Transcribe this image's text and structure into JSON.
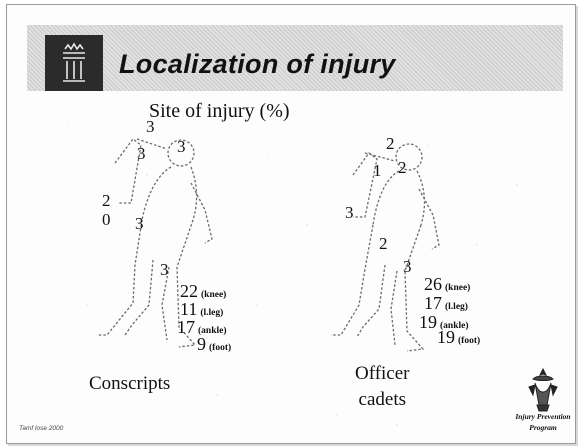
{
  "slide": {
    "title": "Localization of injury",
    "subtitle": "Site of injury (%)",
    "footer": "Tamf lose 2000"
  },
  "conscripts": {
    "label": "Conscripts",
    "head": "3",
    "shoulder": "3",
    "upper_back": "3",
    "back": "2",
    "hip": "0",
    "hand": "3",
    "thigh": "3",
    "knee": "22",
    "knee_unit": "(knee)",
    "leg": "11",
    "leg_unit": "(l.leg)",
    "ankle": "17",
    "ankle_unit": "(ankle)",
    "foot": "9",
    "foot_unit": "(foot)"
  },
  "officers": {
    "label_line1": "Officer",
    "label_line2": "cadets",
    "head": "2",
    "shoulder": "2",
    "upper_back": "1",
    "back": "3",
    "hand": "2",
    "thigh": "3",
    "knee": "26",
    "knee_unit": "(knee)",
    "leg": "17",
    "leg_unit": "(l.leg)",
    "ankle": "19",
    "ankle_unit": "(ankle)",
    "foot": "19",
    "foot_unit": "(foot)"
  },
  "crest": {
    "line1": "Injury Prevention",
    "line2": "Program"
  }
}
